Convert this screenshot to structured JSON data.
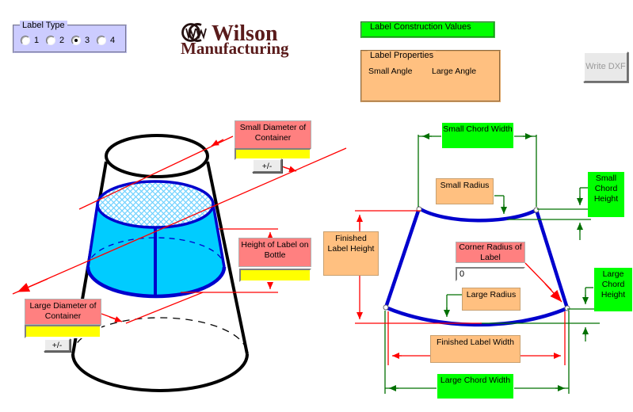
{
  "label_type": {
    "title": "Label Type",
    "options": [
      "1",
      "2",
      "3",
      "4"
    ],
    "selected": "3"
  },
  "logo": {
    "name": "Wilson",
    "line2": "Manufacturing",
    "monogram_icon": "interlocked-WC-circles"
  },
  "frames": {
    "construction": {
      "title": "Label Construction Values"
    },
    "properties": {
      "title": "Label Properties",
      "fields": [
        "Small Angle",
        "Large Angle"
      ]
    }
  },
  "buttons": {
    "write_dxf": "Write DXF",
    "plus_minus": "+/-"
  },
  "container_diagram": {
    "small_diameter": {
      "label": "Small Diameter of Container",
      "value": ""
    },
    "label_height": {
      "label": "Height of Label on Bottle",
      "value": ""
    },
    "large_diameter": {
      "label": "Large Diameter of Container",
      "value": ""
    }
  },
  "label_diagram": {
    "small_chord_width": "Small Chord Width",
    "small_radius": "Small Radius",
    "small_chord_height": "Small Chord Height",
    "finished_label_height": "Finished Label Height",
    "corner_radius": {
      "label": "Corner Radius of Label",
      "value": "0"
    },
    "large_radius": "Large Radius",
    "large_chord_height": "Large Chord Height",
    "finished_label_width": "Finished Label Width",
    "large_chord_width": "Large Chord Width"
  },
  "colors": {
    "annotation_green": "#00FF00",
    "annotation_orange": "#FFC080",
    "annotation_pink": "#FF8080",
    "value_yellow": "#FFFF00",
    "frame_lavender": "#CCCCFF",
    "dimension_green": "#007000",
    "dimension_red": "#FF0000",
    "label_outline_blue": "#0000CD",
    "liquid_cyan": "#00CCFF",
    "logo_maroon": "#5A1B1B"
  }
}
